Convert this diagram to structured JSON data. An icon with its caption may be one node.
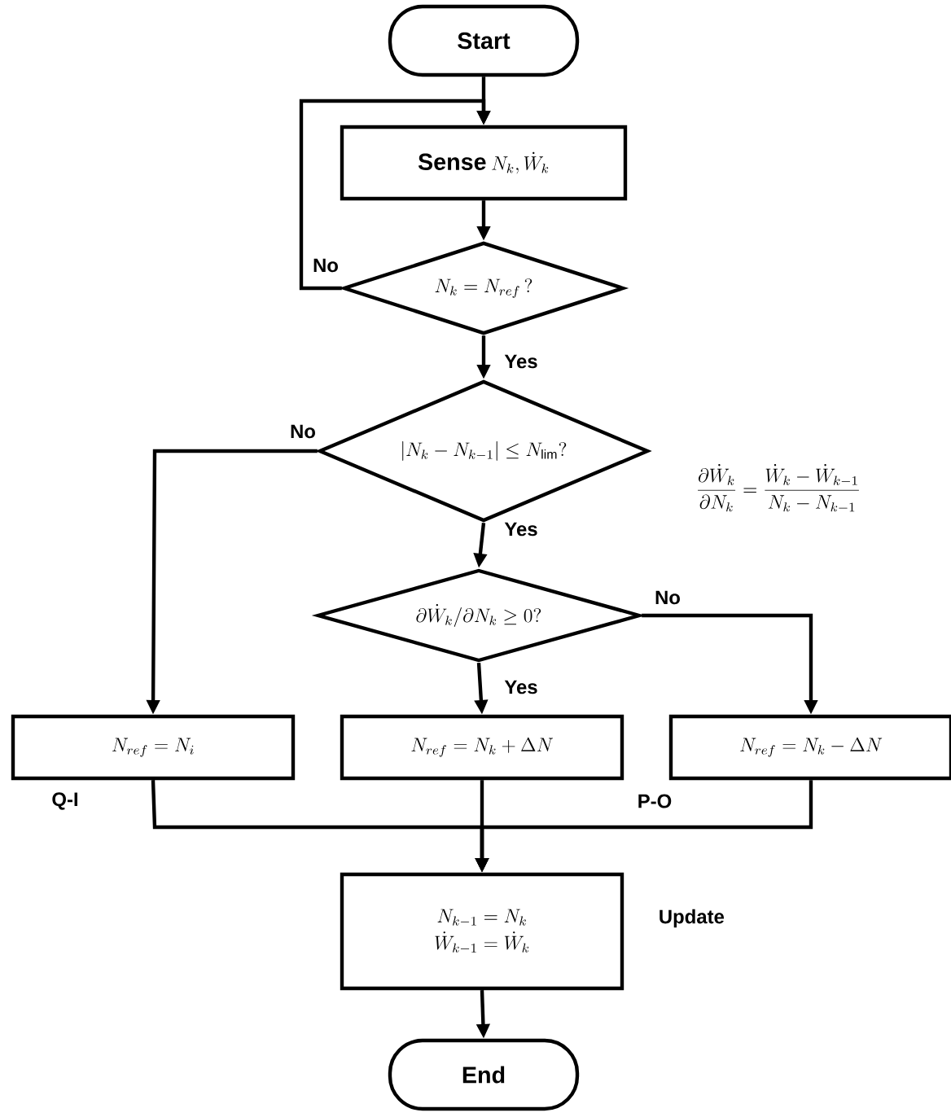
{
  "diagram": {
    "nodes": [
      {
        "text": [
          "Start"
        ]
      },
      {
        "text": [
          "Sense",
          "N_k,\\dot{W}_k"
        ]
      },
      {
        "text": [
          "N_k=N_{ref}\\,?"
        ]
      },
      {
        "text": [
          "|N_k-N_{k-1}|\\le N_{\\lim}?"
        ]
      },
      {
        "text": [
          "\\partial\\dot{W}_k/\\partial N_k\\ge 0?"
        ]
      },
      {
        "text": [
          "N_{ref}=N_i"
        ]
      },
      {
        "text": [
          "N_{ref}=N_k+\\Delta N"
        ]
      },
      {
        "text": [
          "N_{ref}=N_k-\\Delta N"
        ]
      },
      {
        "text": [
          "N_{k-1}=N_k",
          "\\dot{W}_{k-1}=\\dot{W}_k"
        ],
        "beside": [
          "Update"
        ]
      },
      {
        "text": [
          "End"
        ]
      }
    ],
    "edges": [
      {
        "from": 0,
        "to": 1,
        "arrow": "to"
      },
      {
        "from": 1,
        "to": 2,
        "arrow": "to"
      },
      {
        "from": 2,
        "to": 1,
        "arrow": "to",
        "label": "No"
      },
      {
        "from": 2,
        "to": 3,
        "arrow": "to",
        "label": "Yes"
      },
      {
        "from": 3,
        "to": 5,
        "arrow": "to",
        "label": "No"
      },
      {
        "from": 3,
        "to": 4,
        "arrow": "to",
        "label": "Yes"
      },
      {
        "from": 4,
        "to": 7,
        "arrow": "to",
        "label": "No"
      },
      {
        "from": 4,
        "to": 6,
        "arrow": "to",
        "label": "Yes"
      },
      {
        "from": 5,
        "to": 8,
        "arrow": "to",
        "label": "Q-I"
      },
      {
        "from": 6,
        "to": 8,
        "arrow": "to"
      },
      {
        "from": 7,
        "to": 8,
        "arrow": "to",
        "label": "P-O"
      },
      {
        "from": 8,
        "to": 9,
        "arrow": "to"
      }
    ],
    "labels": [
      "\\frac{\\partial\\dot{W}_k}{\\partial N_k}=\\frac{\\dot{W}_k-\\dot{W}_{k-1}}{N_k-N_{k-1}}"
    ]
  }
}
